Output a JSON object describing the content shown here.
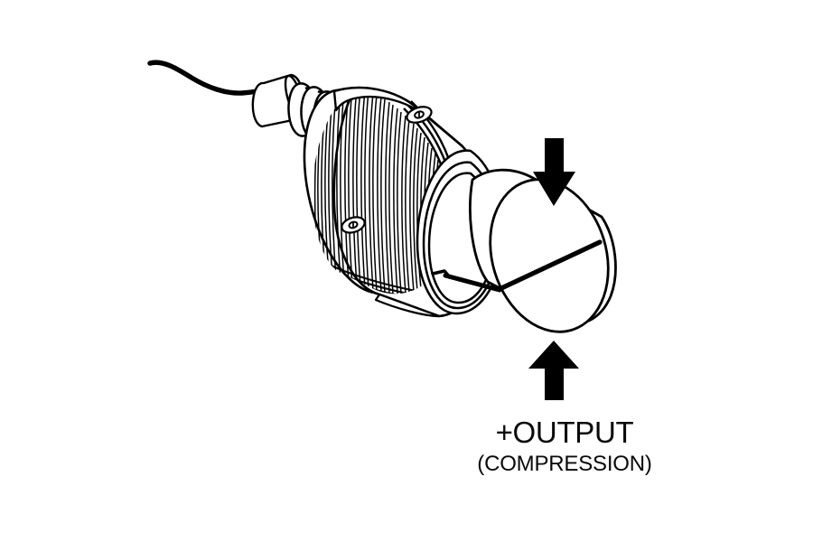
{
  "figure": {
    "title": "Load cell compression force diagram",
    "background_color": "#ffffff",
    "line_color": "#000000",
    "fill_color": "#ffffff",
    "subject": "cylindrical load cell force sensor, isometric view"
  },
  "annotations": {
    "output_label": "+OUTPUT",
    "mode_label": "(COMPRESSION)"
  },
  "arrows": [
    {
      "name": "top-force-arrow",
      "direction": "down",
      "meaning": "applied compressive force on sensor face",
      "color": "#000000"
    },
    {
      "name": "bottom-force-arrow",
      "direction": "up",
      "meaning": "reaction compressive force from base",
      "color": "#000000"
    }
  ],
  "parts": [
    {
      "name": "cable",
      "description": "electrical output cable, wavy"
    },
    {
      "name": "cable-gland",
      "description": "cylindrical cable entry collar"
    },
    {
      "name": "strain-relief-spring",
      "description": "coiled spring strain relief, 7 coils"
    },
    {
      "name": "rear-end-cap",
      "description": "rear body end cap ellipse"
    },
    {
      "name": "knurled-body",
      "description": "knurled cylindrical sensor housing with fine vertical hatching"
    },
    {
      "name": "vent-hole-upper",
      "description": "small elliptical screw/vent hole, upper"
    },
    {
      "name": "vent-hole-lower",
      "description": "small elliptical screw/vent hole, lower"
    },
    {
      "name": "front-flange",
      "description": "three concentric rings forming front collar"
    },
    {
      "name": "plunger",
      "description": "cylindrical loading button / plunger with chamfered face"
    },
    {
      "name": "plunger-face",
      "description": "elliptical front face with chord line"
    }
  ]
}
